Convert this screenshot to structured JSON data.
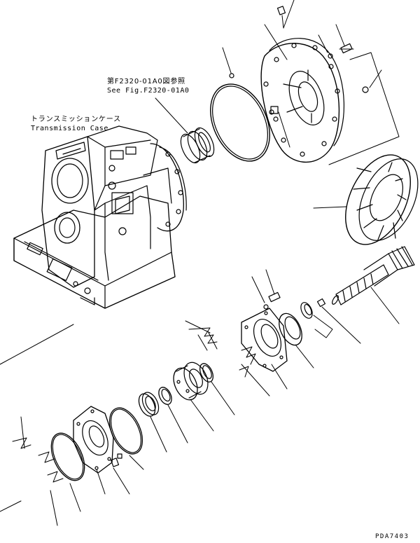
{
  "labels": {
    "see_fig_jp": "第F2320-01A0図参照",
    "see_fig_en": "See Fig.F2320-01A0",
    "transmission_case_jp": "トランスミッションケース",
    "transmission_case_en": "Transmission Case",
    "figure_code": "PDA7403"
  },
  "colors": {
    "line": "#000000",
    "background": "#ffffff"
  }
}
